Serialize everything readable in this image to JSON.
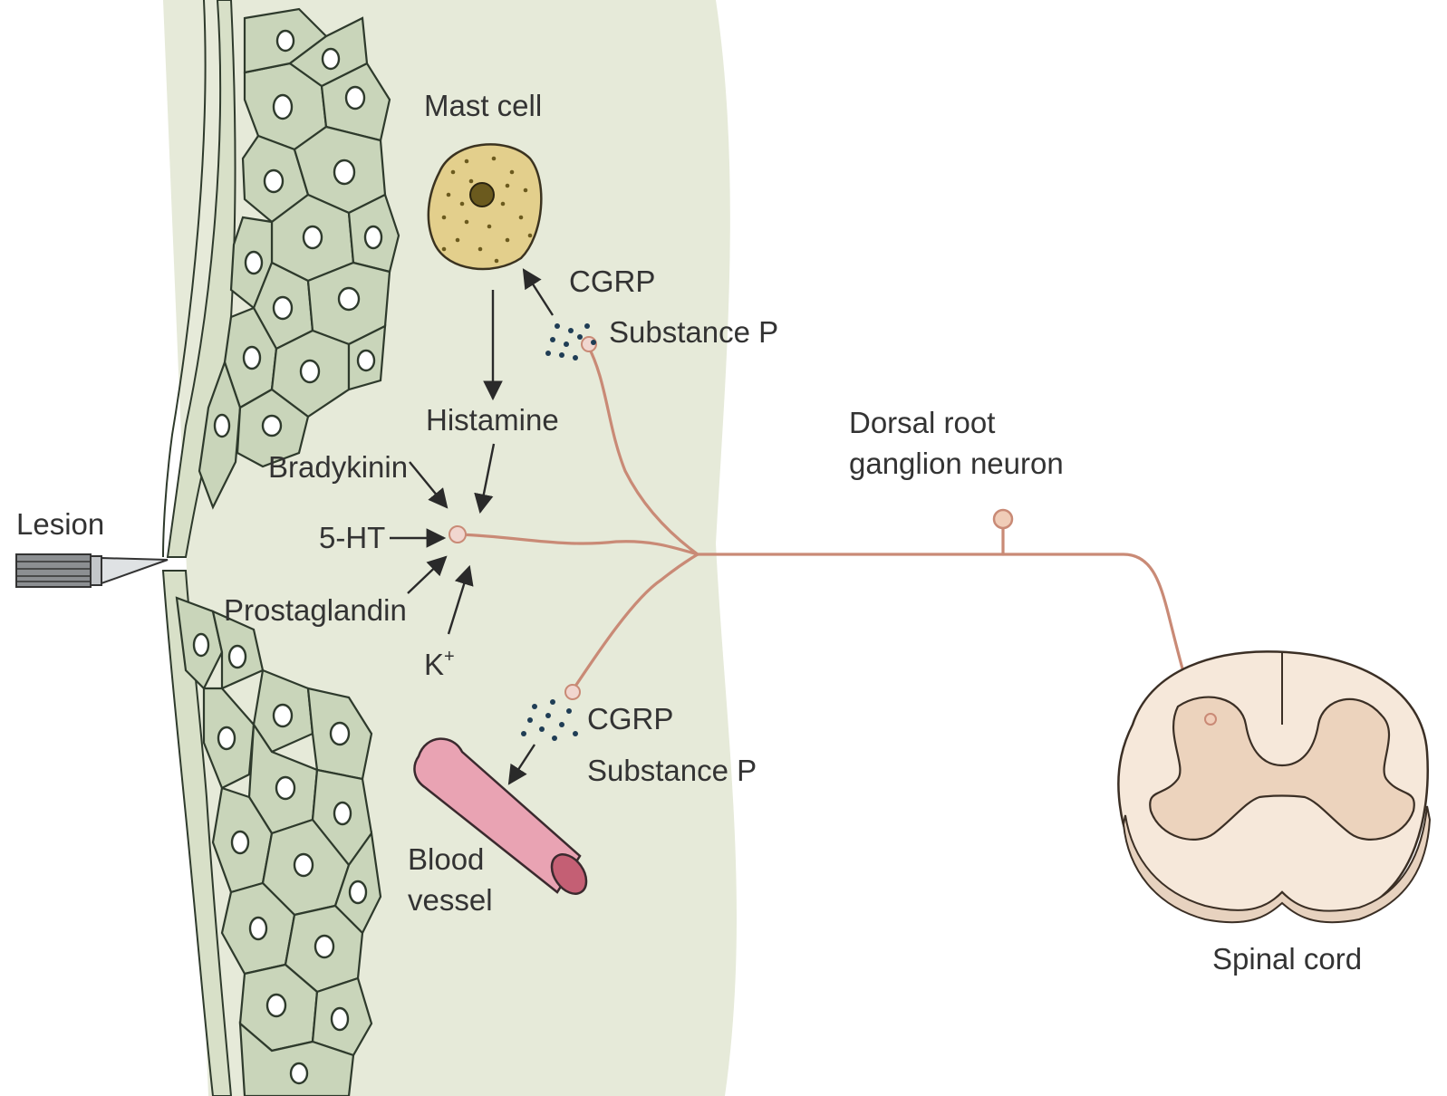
{
  "labels": {
    "mast_cell": "Mast cell",
    "cgrp_top": "CGRP",
    "substance_p_top": "Substance P",
    "histamine": "Histamine",
    "bradykinin": "Bradykinin",
    "serotonin": "5-HT",
    "prostaglandin": "Prostaglandin",
    "potassium": "K",
    "potassium_sup": "+",
    "lesion": "Lesion",
    "cgrp_bottom": "CGRP",
    "substance_p_bottom": "Substance P",
    "blood_vessel_line1": "Blood",
    "blood_vessel_line2": "vessel",
    "drg_line1": "Dorsal root",
    "drg_line2": "ganglion neuron",
    "spinal_cord": "Spinal cord"
  },
  "colors": {
    "tissue_background": "#e6ead9",
    "epithelial_cell": "#c9d5ba",
    "cell_outline": "#2e3a2c",
    "nerve_fiber": "#c98a76",
    "mast_cell": "#e3cf8c",
    "blood_vessel": "#e9a3b3",
    "spinal_white_matter": "#f6e8da",
    "spinal_gray_matter": "#ecd3bd"
  },
  "icons": {
    "lesion_tool": "scalpel-icon",
    "granules": "granule-dots-icon"
  }
}
